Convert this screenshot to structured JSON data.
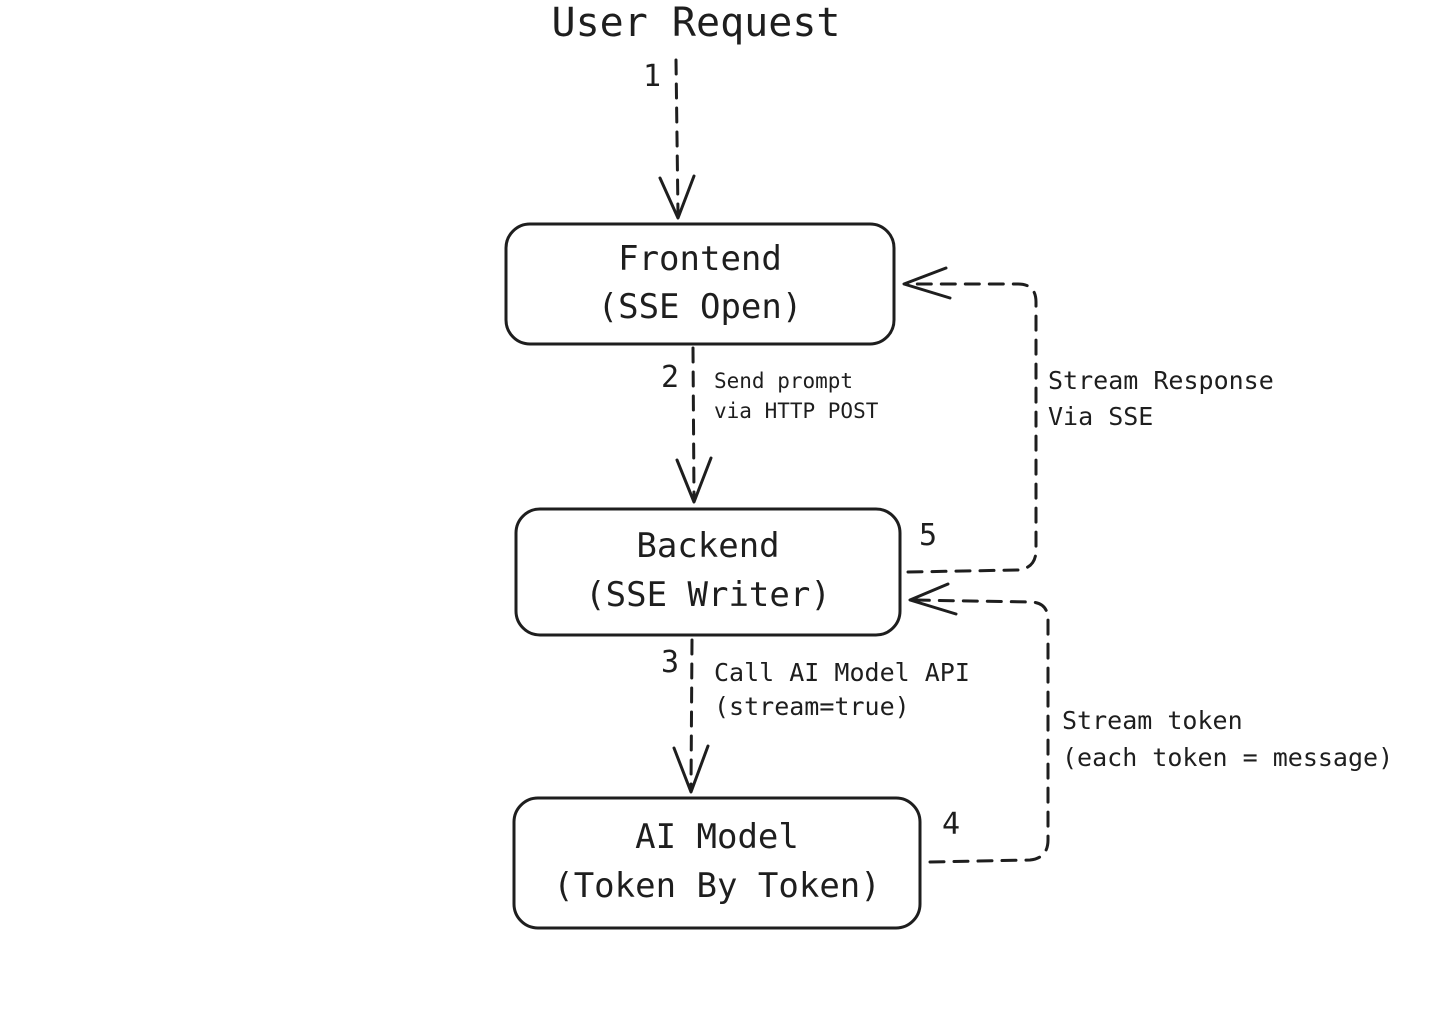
{
  "title": "User Request",
  "nodes": {
    "frontend": {
      "line1": "Frontend",
      "line2": "(SSE Open)"
    },
    "backend": {
      "line1": "Backend",
      "line2": "(SSE Writer)"
    },
    "ai_model": {
      "line1": "AI Model",
      "line2": "(Token By Token)"
    }
  },
  "steps": {
    "s1": "1",
    "s2": "2",
    "s3": "3",
    "s4": "4",
    "s5": "5"
  },
  "edge_labels": {
    "send_prompt": {
      "line1": "Send prompt",
      "line2": "via HTTP POST"
    },
    "call_api": {
      "line1": "Call AI Model API",
      "line2": "(stream=true)"
    },
    "stream_token": {
      "line1": "Stream token",
      "line2": "(each token = message)"
    },
    "stream_response": {
      "line1": "Stream Response",
      "line2": "Via SSE"
    }
  }
}
